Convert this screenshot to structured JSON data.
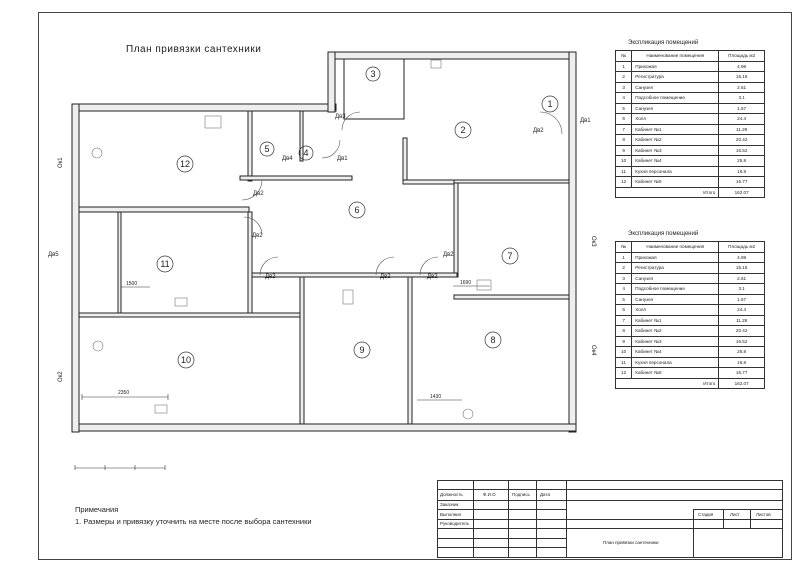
{
  "drawing_title": "План привязки сантехники",
  "rooms": [
    "1",
    "2",
    "3",
    "4",
    "5",
    "6",
    "7",
    "8",
    "9",
    "10",
    "11",
    "12"
  ],
  "doors": {
    "d1": "Дв1",
    "d2": "Дв2",
    "d3": "Дв3",
    "d4": "Дв4",
    "d5": "Дв5"
  },
  "windows": {
    "w1": "Ок1",
    "w2": "Ок2",
    "w3": "Ок3",
    "w4": "Ок4"
  },
  "dimensions": {
    "a": "2350",
    "b": "1500",
    "c": "1690",
    "d": "1430"
  },
  "explication": {
    "title": "Экспликация помещений",
    "headers": [
      "№",
      "Наименование помещения",
      "Площадь м2"
    ],
    "rows": [
      [
        "1",
        "Прихожая",
        "4.98"
      ],
      [
        "2",
        "Регистратура",
        "15.16"
      ],
      [
        "3",
        "Санузел",
        "2.61"
      ],
      [
        "4",
        "Подсобное помещение",
        "3.1"
      ],
      [
        "5",
        "Санузел",
        "1.57"
      ],
      [
        "6",
        "Холл",
        "24.4"
      ],
      [
        "7",
        "Кабинет №1",
        "11.29"
      ],
      [
        "8",
        "Кабинет №2",
        "20.42"
      ],
      [
        "9",
        "Кабинет №3",
        "16.52"
      ],
      [
        "10",
        "Кабинет №4",
        "25.8"
      ],
      [
        "11",
        "Кухня персонала",
        "16.8"
      ],
      [
        "12",
        "Кабинет №5",
        "16.77"
      ]
    ],
    "total_label": "Итого",
    "total": "162.07"
  },
  "notes": {
    "heading": "Примечания",
    "item1": "1.  Размеры и привязку уточнить на месте после выбора  сантехники"
  },
  "stamp": {
    "position": "Должность",
    "fio": "Ф.И.О",
    "sign": "Подпись",
    "date": "Дата",
    "customer": "Заказчик",
    "done": "Выполнил",
    "head": "Руководитель",
    "stage": "Стадия",
    "sheet": "Лист",
    "sheets": "Листов",
    "name": "План привязки сантехники"
  }
}
